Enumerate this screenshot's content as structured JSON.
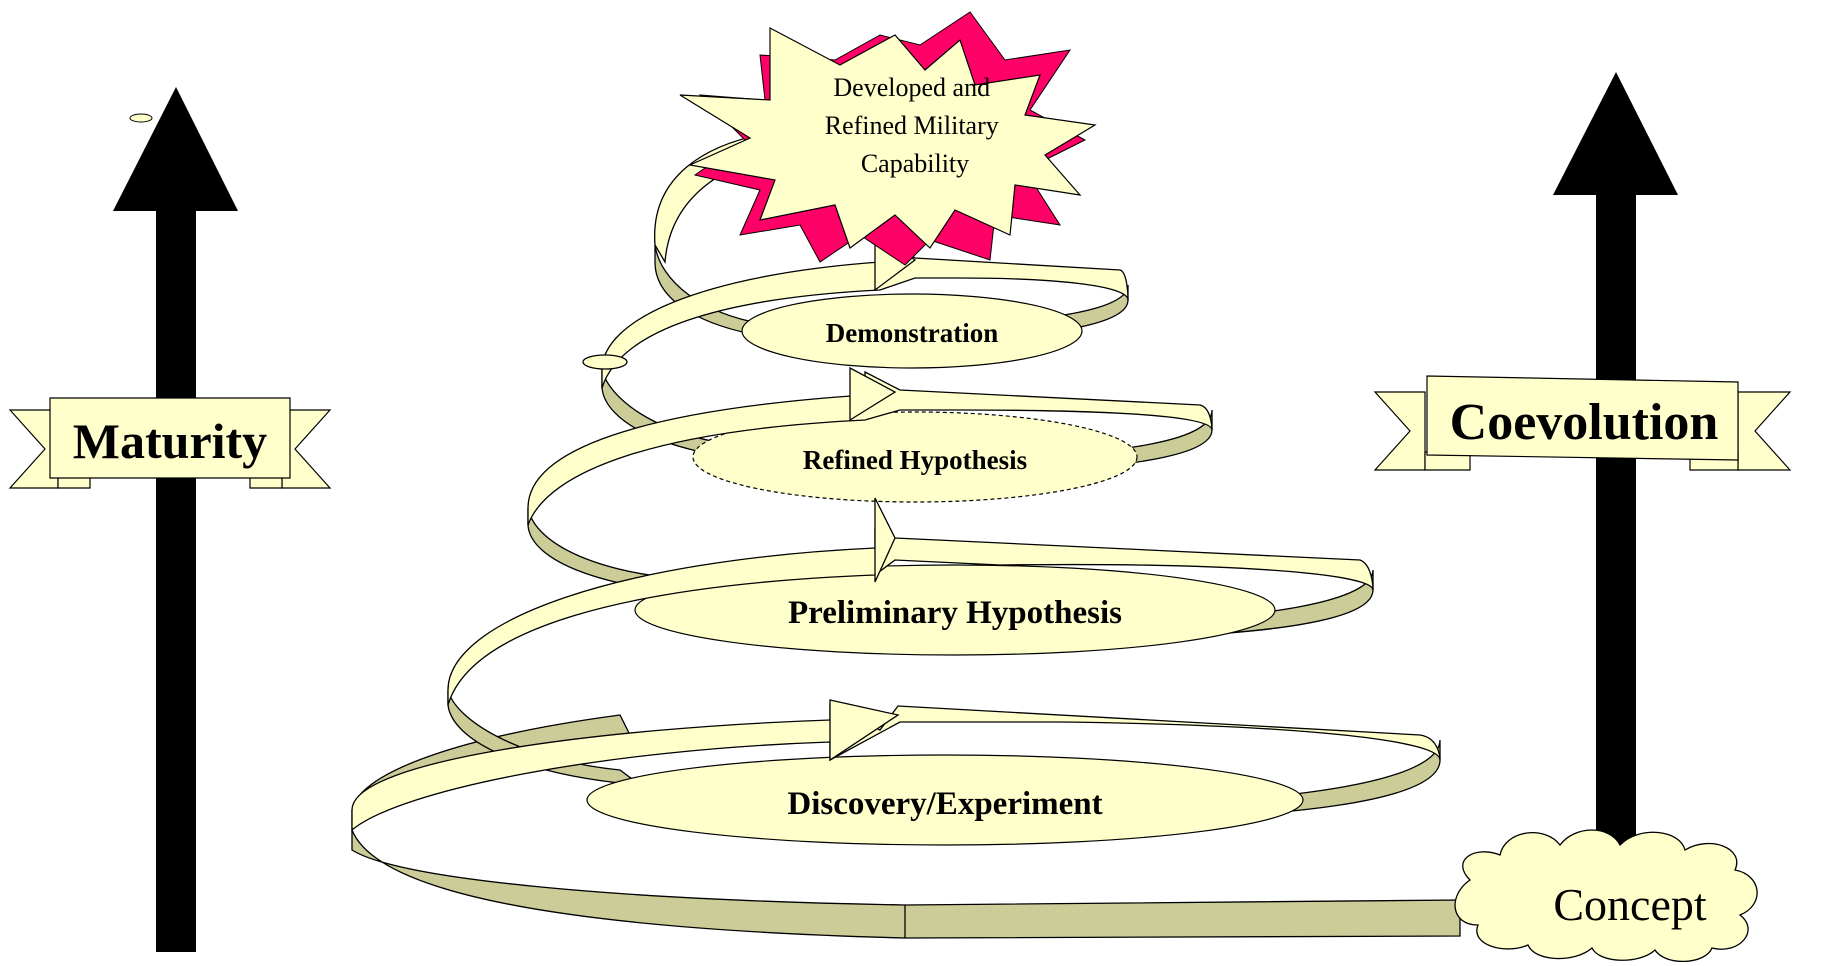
{
  "left_banner": {
    "label": "Maturity"
  },
  "right_banner": {
    "label": "Coevolution"
  },
  "starburst": {
    "lines": [
      "Developed and",
      "Refined Military",
      "Capability"
    ]
  },
  "stages": [
    {
      "label": "Demonstration"
    },
    {
      "label": "Refined Hypothesis"
    },
    {
      "label": "Preliminary Hypothesis"
    },
    {
      "label": "Discovery/Experiment"
    }
  ],
  "cloud": {
    "label": "Concept"
  },
  "colors": {
    "ribbon_face": "#FFFFCC",
    "ribbon_side": "#CCCC99",
    "burst_back": "#FF0066",
    "outline": "#000000",
    "arrow": "#000000"
  }
}
